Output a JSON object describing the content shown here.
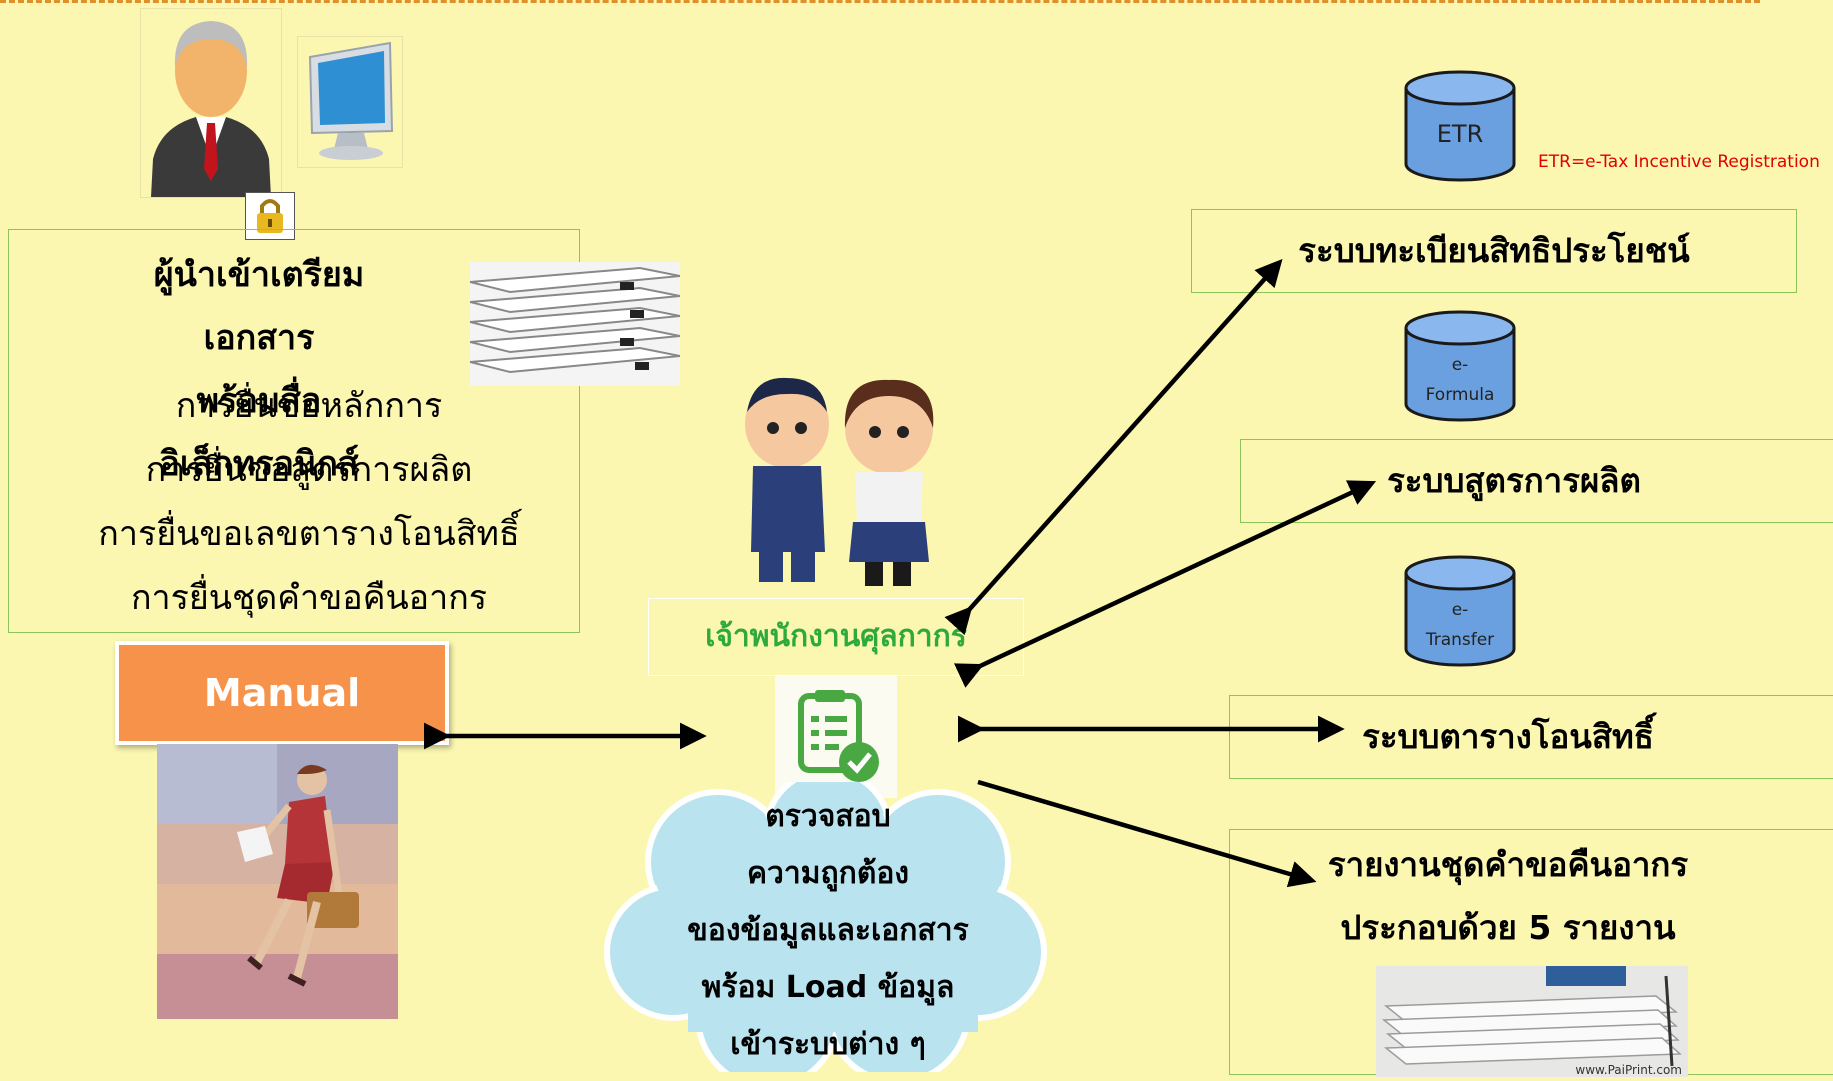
{
  "importer": {
    "title_line1": "ผู้นำเข้าเตรียมเอกสาร",
    "title_line2": "พร้อมสื่ออิเล็กทรอนิกส์",
    "items": [
      "การยื่นขอหลักการ",
      "การยื่นขอสูตรการผลิต",
      "การยื่นขอเลขตารางโอนสิทธิ์",
      "การยื่นชุดคำขอคืนอากร"
    ]
  },
  "manual_button": {
    "label": "Manual",
    "color": "#f6924a"
  },
  "officer_label": "เจ้าพนักงานศุลกากร",
  "check_cloud": {
    "lines": [
      "ตรวจสอบ",
      "ความถูกต้อง",
      "ของข้อมูลและเอกสาร",
      "พร้อม Load ข้อมูล",
      "เข้าระบบต่าง ๆ"
    ]
  },
  "databases": [
    {
      "label": "ETR",
      "note": "ETR=e-Tax Incentive Registration"
    },
    {
      "label_line1": "e-",
      "label_line2": "Formula"
    },
    {
      "label_line1": "e-",
      "label_line2": "Transfer"
    }
  ],
  "systems": {
    "registration": "ระบบทะเบียนสิทธิประโยชน์",
    "formula": "ระบบสูตรการผลิต",
    "transfer": "ระบบตารางโอนสิทธิ์",
    "report_line1": "รายงานชุดคำขอคืนอากร",
    "report_line2": "ประกอบด้วย 5 รายงาน"
  },
  "watermark": "www.PaiPrint.com",
  "colors": {
    "background": "#fbf7b0",
    "box_border": "#8cc45a",
    "officer_text": "#2eaa3c",
    "note_red": "#e00000",
    "cloud": "#b9e3ee"
  }
}
